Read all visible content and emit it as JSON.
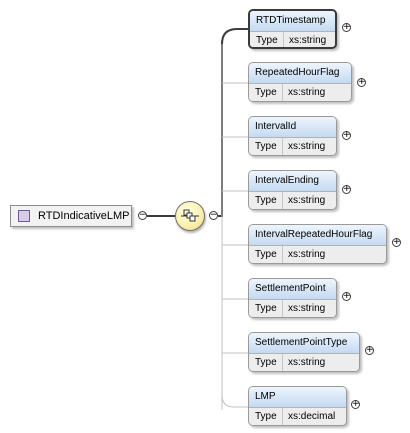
{
  "root": {
    "name": "RTDIndicativeLMP"
  },
  "type_label": "Type",
  "toggles": {
    "collapse": "−",
    "expand": "+"
  },
  "children": [
    {
      "name": "RTDTimestamp",
      "type": "xs:string"
    },
    {
      "name": "RepeatedHourFlag",
      "type": "xs:string"
    },
    {
      "name": "IntervalId",
      "type": "xs:string"
    },
    {
      "name": "IntervalEnding",
      "type": "xs:string"
    },
    {
      "name": "IntervalRepeatedHourFlag",
      "type": "xs:string"
    },
    {
      "name": "SettlementPoint",
      "type": "xs:string"
    },
    {
      "name": "SettlementPointType",
      "type": "xs:string"
    },
    {
      "name": "LMP",
      "type": "xs:decimal"
    }
  ],
  "colors": {
    "header_gradient_top": "#eef5fd",
    "header_gradient_bottom": "#c4daf2",
    "compositor_fill": "#fbf2b0",
    "root_icon": "#d6cce8"
  }
}
